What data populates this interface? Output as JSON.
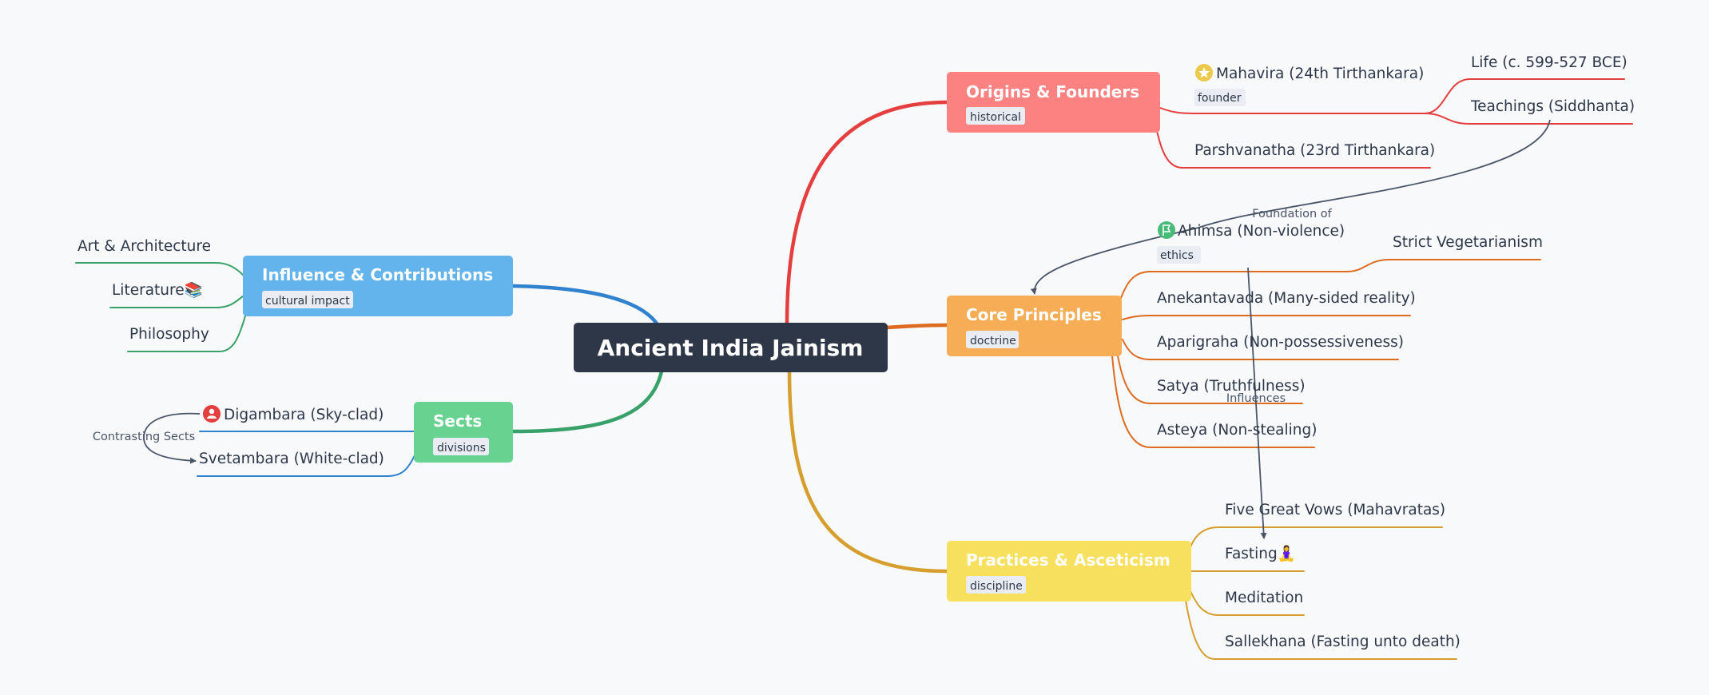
{
  "colors": {
    "root": "#2d3748",
    "origins": "#fc8181",
    "origins_line": "#e53e3e",
    "core": "#f6ad55",
    "core_line": "#dd6b20",
    "practices": "#f6e05e",
    "practices_line": "#d69e2e",
    "influence": "#63b3ed",
    "influence_line": "#3182ce",
    "sects": "#68d391",
    "sects_line": "#38a169",
    "leaf_green": "#38a169",
    "leaf_blue": "#3182ce"
  },
  "root": {
    "title": "Ancient India Jainism"
  },
  "origins": {
    "title": "Origins & Founders",
    "tag": "historical",
    "mahavira": {
      "label": "Mahavira (24th Tirthankara)",
      "tag": "founder",
      "icon": "star-icon"
    },
    "life": "Life (c. 599-527 BCE)",
    "teachings": "Teachings (Siddhanta)",
    "parshvanatha": "Parshvanatha (23rd Tirthankara)"
  },
  "core": {
    "title": "Core Principles",
    "tag": "doctrine",
    "ahimsa": {
      "label": "Ahimsa (Non-violence)",
      "tag": "ethics",
      "icon": "flag-icon"
    },
    "vegetarianism": "Strict Vegetarianism",
    "anekantavada": "Anekantavada (Many-sided reality)",
    "aparigraha": "Aparigraha (Non-possessiveness)",
    "satya": "Satya (Truthfulness)",
    "asteya": "Asteya (Non-stealing)"
  },
  "practices": {
    "title": "Practices & Asceticism",
    "tag": "discipline",
    "vows": "Five Great Vows (Mahavratas)",
    "fasting": "Fasting🧘‍♀️",
    "meditation": "Meditation",
    "sallekhana": "Sallekhana (Fasting unto death)"
  },
  "influence": {
    "title": "Influence & Contributions",
    "tag": "cultural impact",
    "art": "Art & Architecture",
    "literature": "Literature📚",
    "philosophy": "Philosophy"
  },
  "sects": {
    "title": "Sects",
    "tag": "divisions",
    "digambara": {
      "label": "Digambara (Sky-clad)",
      "icon": "person-icon"
    },
    "svetambara": "Svetambara (White-clad)"
  },
  "relations": {
    "foundation": "Foundation of",
    "influences": "Influences",
    "contrasting": "Contrasting Sects"
  }
}
